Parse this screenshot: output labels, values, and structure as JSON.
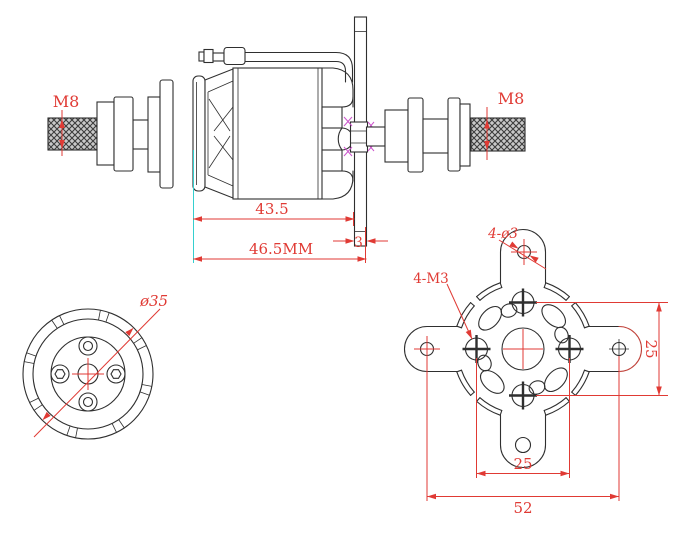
{
  "colors": {
    "line": "#2f2f2f",
    "dim": "#e03a34",
    "cyan": "#35cfcf",
    "magenta": "#cc55cc",
    "thread-bg": "#c9c9c9"
  },
  "side_view": {
    "m8_left": "M8",
    "m8_right": "M8",
    "dim_body_length": "43.5",
    "dim_plate_thickness": "3",
    "dim_total_length": "46.5MM"
  },
  "front_view": {
    "dim_diameter": "ø35"
  },
  "mount_view": {
    "label_mount_holes": "4-ø3",
    "label_screw_threads": "4-M3",
    "dim_screw_spacing_vertical": "25",
    "dim_screw_spacing_horizontal": "25",
    "dim_mount_hole_spacing": "52"
  }
}
